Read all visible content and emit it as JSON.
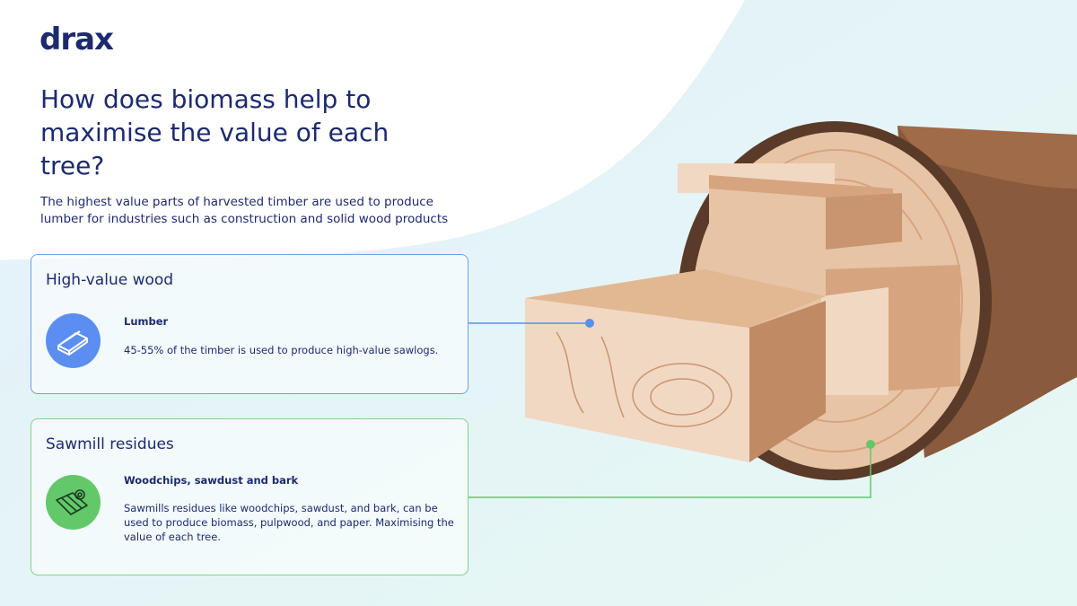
{
  "brand": {
    "logo": "drax"
  },
  "header": {
    "title": "How does biomass help to maximise the value of each tree?",
    "subtitle": "The highest value parts of harvested timber are used to produce lumber for industries such as construction and solid wood products"
  },
  "cards": [
    {
      "title": "High-value wood",
      "item_title": "Lumber",
      "item_desc": "45-55% of the timber is used to produce high-value sawlogs.",
      "icon": "lumber-icon",
      "color": "#5b8ef0"
    },
    {
      "title": "Sawmill residues",
      "item_title": "Woodchips, sawdust and bark",
      "item_desc": "Sawmills residues like woodchips, sawdust, and bark, can be used to produce biomass, pulpwood, and paper. Maximising the value of each tree.",
      "icon": "woodchips-icon",
      "color": "#62c86a"
    }
  ],
  "colors": {
    "navy": "#1d2a6e",
    "background_tint": "#e6f6f4",
    "bark": "#5a3a28",
    "wood_light": "#f1d8c3",
    "wood_mid": "#d6a47f"
  }
}
